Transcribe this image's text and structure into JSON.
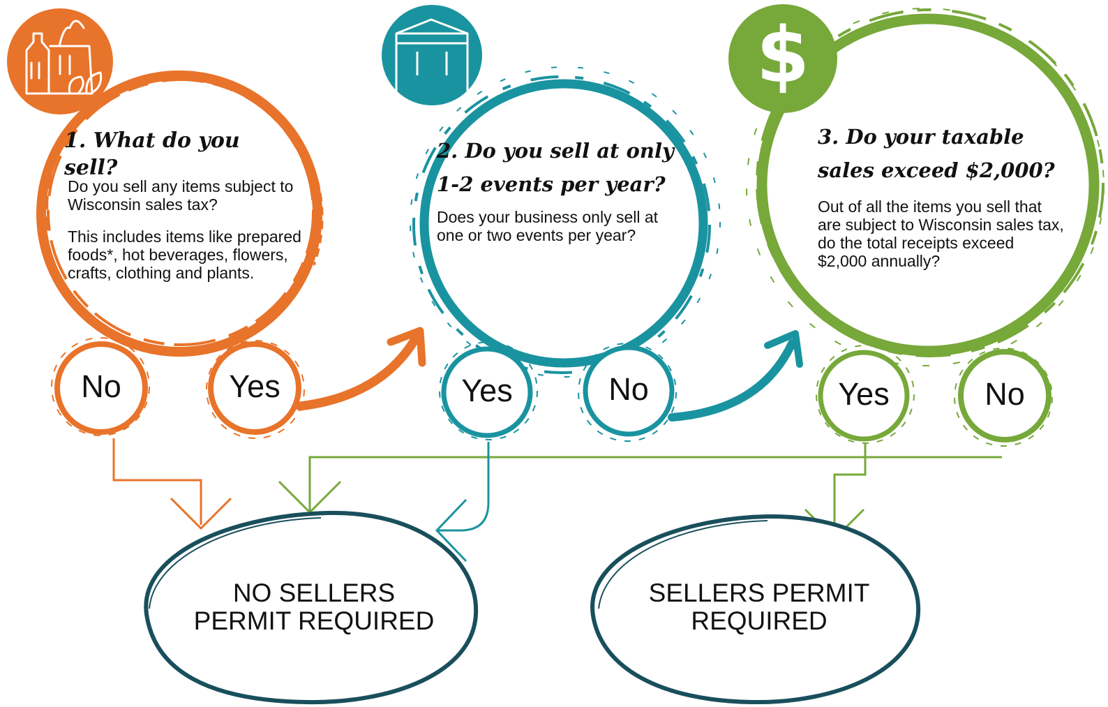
{
  "colors": {
    "orange": "#E8732A",
    "teal": "#1A93A0",
    "green": "#77A83A",
    "navy": "#194F5C"
  },
  "steps": [
    {
      "icon": "grocery-bag-icon",
      "heading_lines": [
        "1. What do you sell?"
      ],
      "body": [
        "Do you sell any items subject to Wisconsin sales tax?",
        "This includes items like prepared foods*, hot beverages, flowers, crafts, clothing  and plants."
      ],
      "answers": [
        "No",
        "Yes"
      ]
    },
    {
      "icon": "market-tent-icon",
      "heading_lines": [
        "2. Do you sell at only",
        "1-2 events per year?"
      ],
      "body": [
        "Does your business only sell at one  or two events per year?"
      ],
      "answers": [
        "Yes",
        "No"
      ]
    },
    {
      "icon": "dollar-sign-icon",
      "heading_lines": [
        "3. Do your taxable",
        "sales exceed $2,000?"
      ],
      "body": [
        "Out of all the items you sell that are subject to Wisconsin sales tax, do the total receipts exceed $2,000 annually?"
      ],
      "answers": [
        "Yes",
        "No"
      ]
    }
  ],
  "outcomes": {
    "no_permit": [
      "NO SELLERS",
      "PERMIT REQUIRED"
    ],
    "permit": [
      "SELLERS PERMIT",
      "REQUIRED"
    ]
  }
}
